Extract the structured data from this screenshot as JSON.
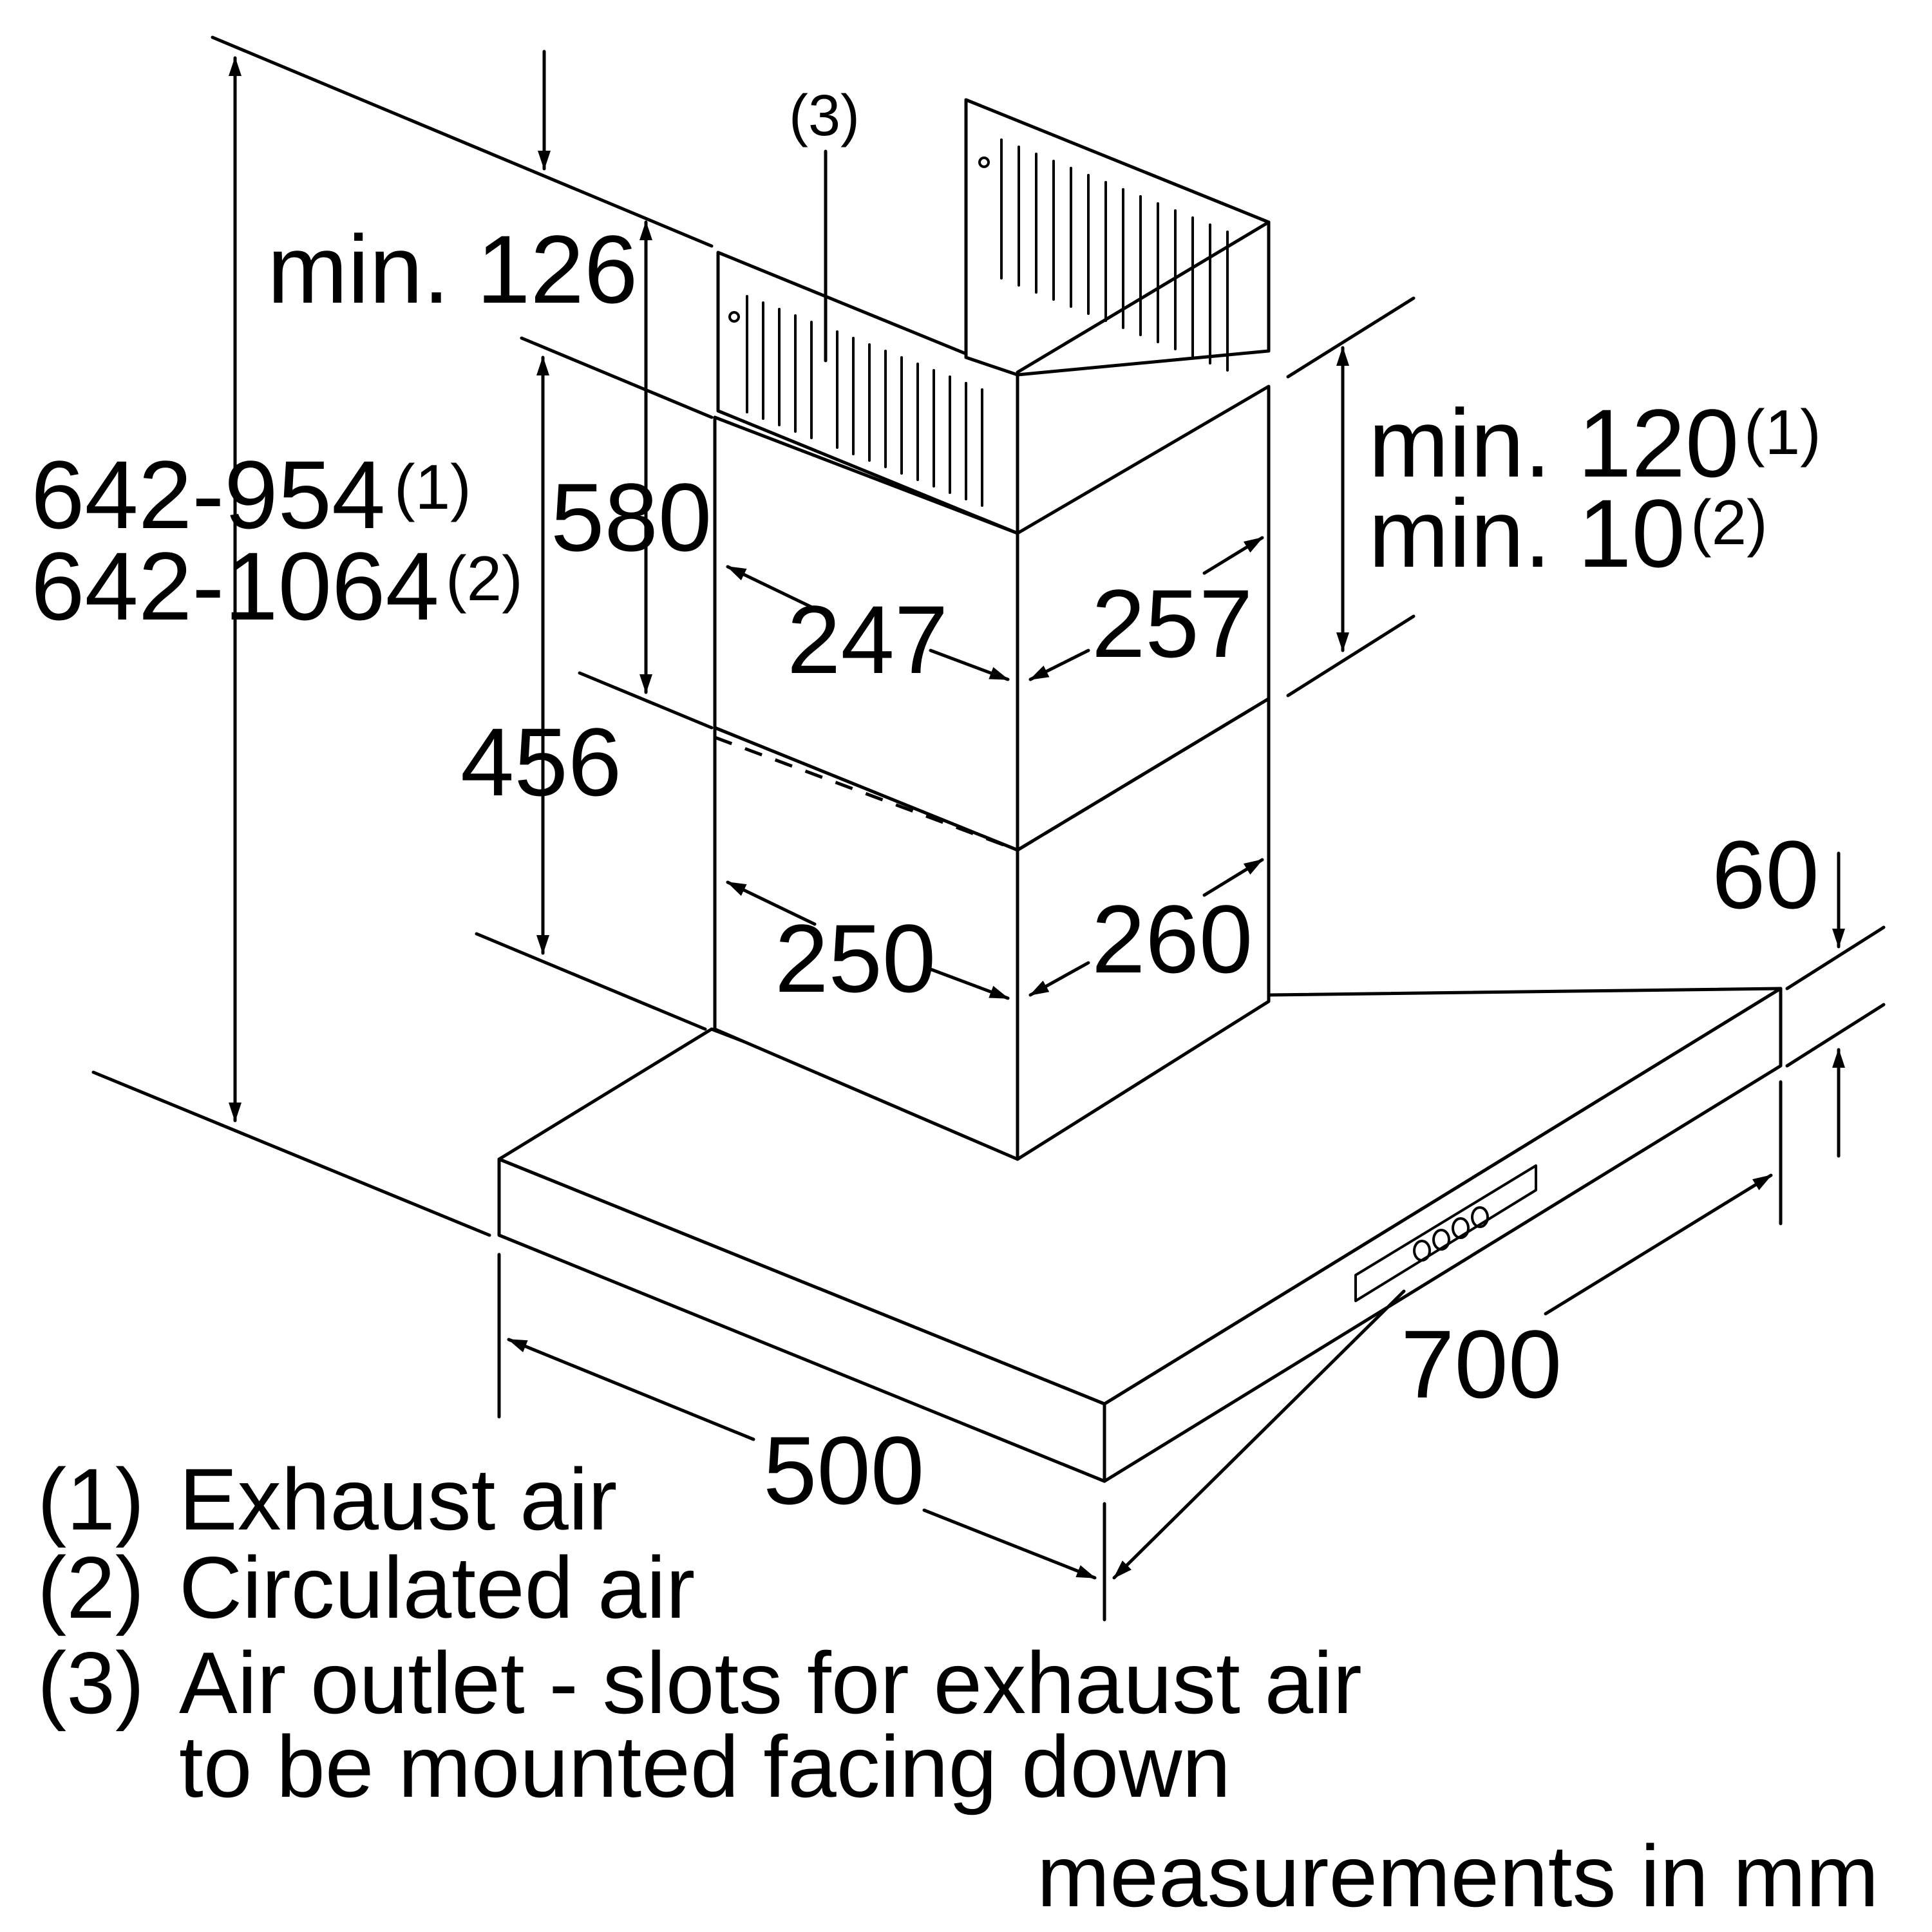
{
  "dimensions": {
    "min_top": "min. 126",
    "total_height_1": "642-954",
    "total_height_1_note": "(1)",
    "total_height_2": "642-1064",
    "total_height_2_note": "(2)",
    "upper_chimney": "580",
    "lower_chimney": "456",
    "upper_width": "247",
    "upper_depth": "257",
    "lower_width": "250",
    "lower_depth": "260",
    "clearance_1": "min. 120",
    "clearance_1_note": "(1)",
    "clearance_2": "min. 10",
    "clearance_2_note": "(2)",
    "canopy_height": "60",
    "canopy_depth": "500",
    "canopy_width": "700",
    "outlet_callout": "(3)"
  },
  "legend": [
    {
      "num": "(1)",
      "text": "Exhaust air"
    },
    {
      "num": "(2)",
      "text": "Circulated air"
    },
    {
      "num": "(3)",
      "text": "Air outlet - slots for exhaust air"
    },
    {
      "num": "",
      "text": "to be mounted facing down"
    }
  ],
  "units_note": "measurements in mm"
}
